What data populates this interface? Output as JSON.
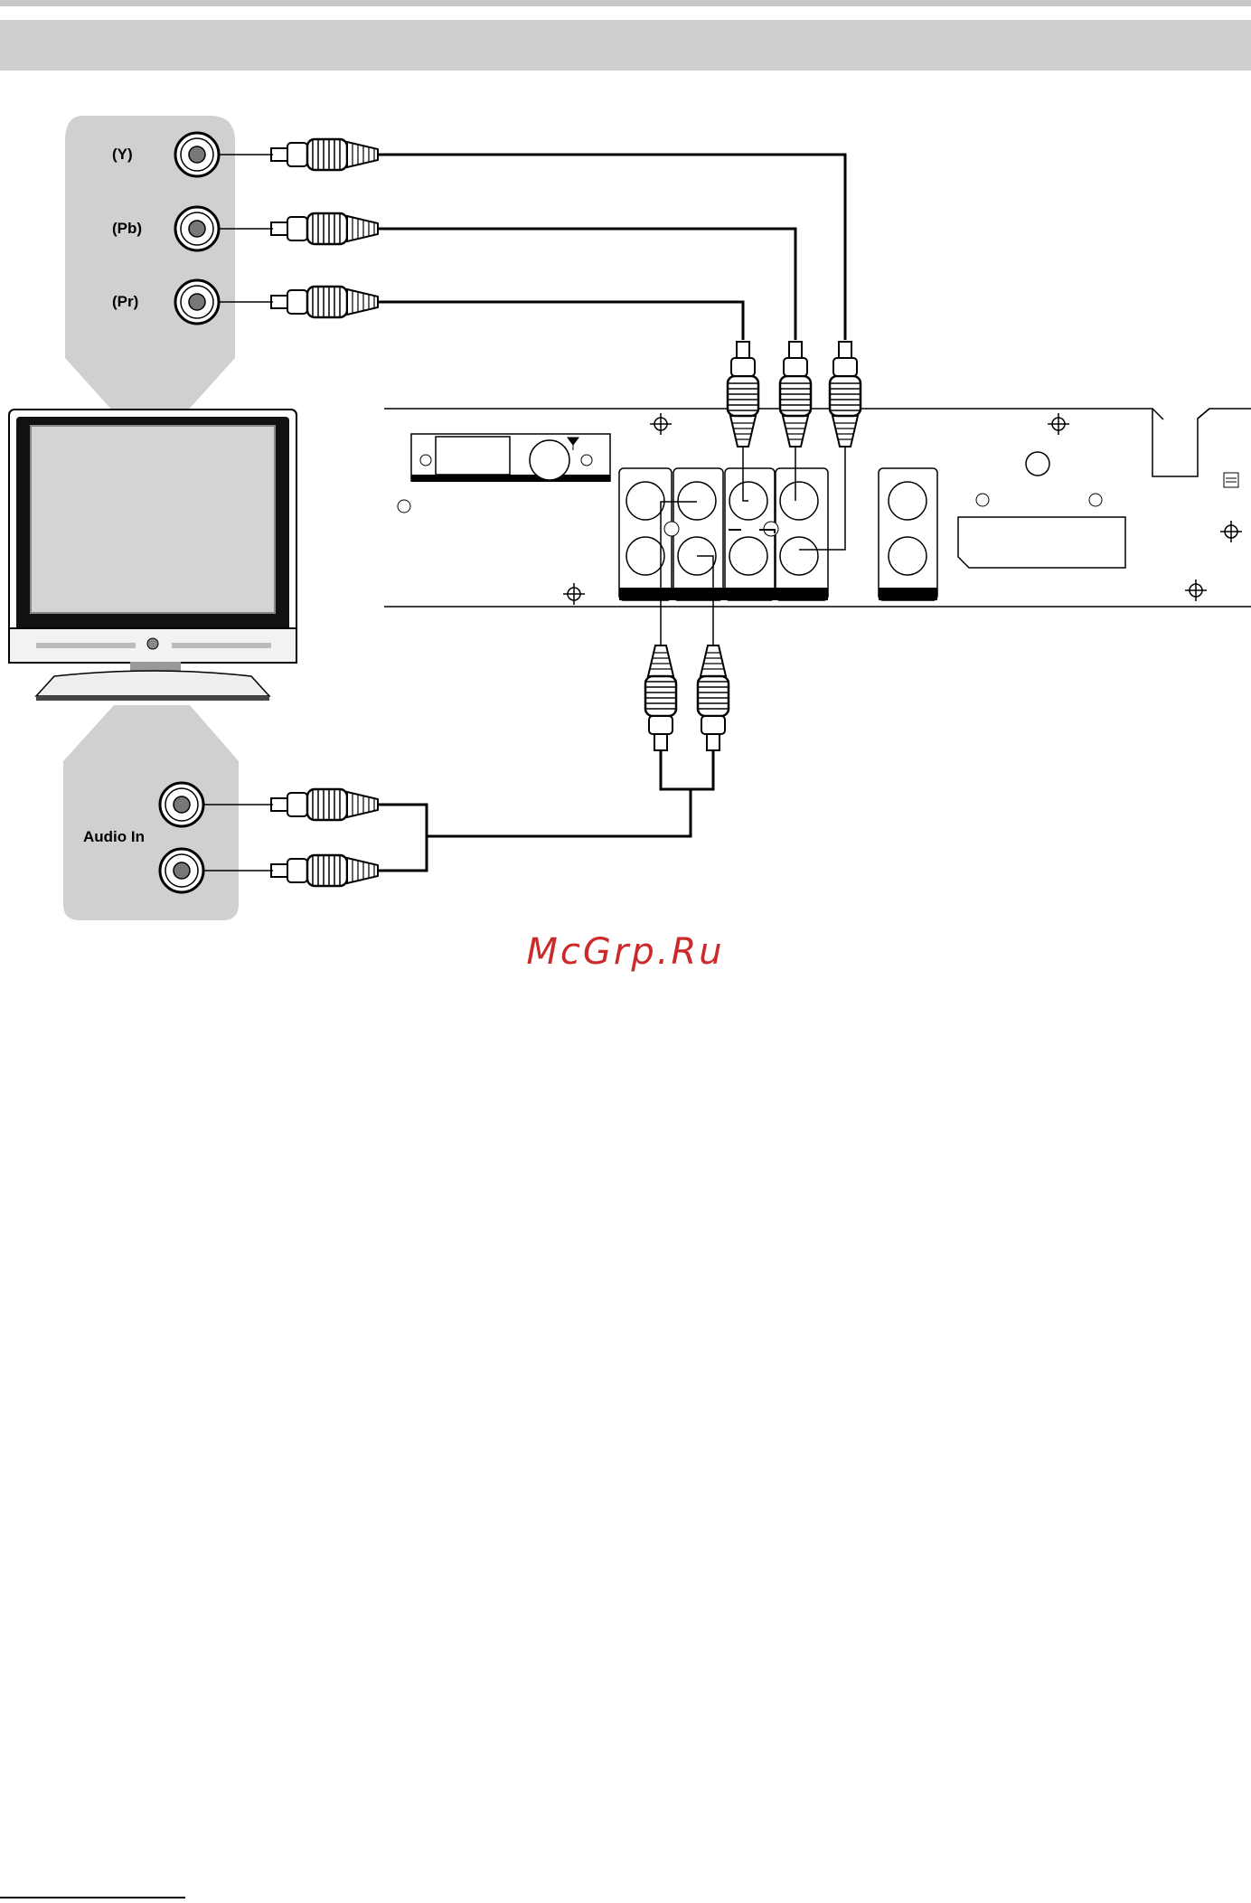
{
  "colors": {
    "panel_grey": "#cfcfcf",
    "cable": "#000000",
    "watermark": "#cc2a2a"
  },
  "tv_component_panel": {
    "labels": [
      "(Y)",
      "(Pb)",
      "(Pr)"
    ]
  },
  "tv_audio_panel": {
    "label": "Audio In"
  },
  "watermark": {
    "text": "McGrp.Ru"
  },
  "icons": [
    "antenna-icon",
    "crosshair-icon"
  ]
}
